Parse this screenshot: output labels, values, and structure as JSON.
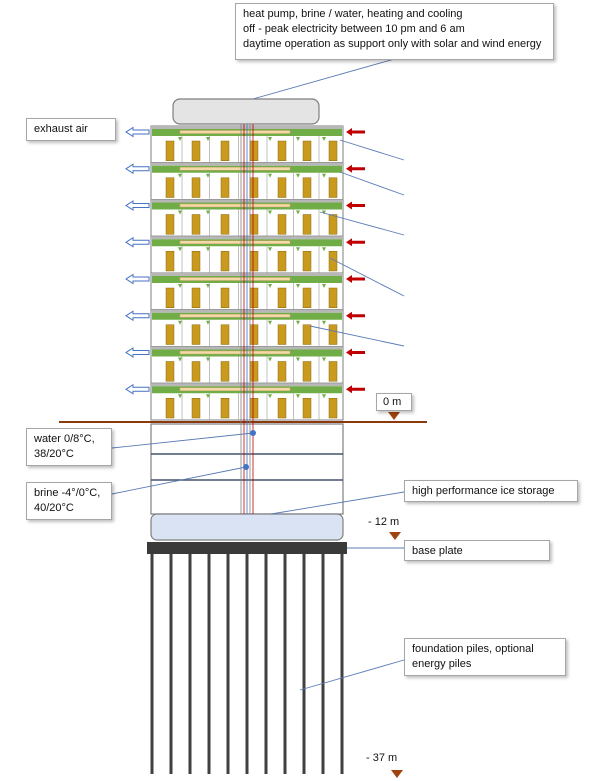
{
  "annotations": {
    "heat_pump": {
      "lines": [
        "heat pump, brine / water, heating and cooling",
        "off - peak electricity between 10 pm and 6 am",
        "daytime operation as support only with solar and wind energy"
      ]
    },
    "exhaust_air": "exhaust air",
    "water": {
      "lines": [
        "water 0/8°C,",
        "38/20°C"
      ]
    },
    "brine": {
      "lines": [
        "brine -4°/0°C,",
        "40/20°C"
      ]
    },
    "ice_storage": "high performance ice storage",
    "base_plate": "base plate",
    "piles": {
      "lines": [
        "foundation piles, optional",
        "energy piles"
      ]
    }
  },
  "levels": {
    "ground": "0 m",
    "ice_bottom": "- 12 m",
    "pile_bottom": "- 37 m"
  },
  "building": {
    "floor_count": 8,
    "basement_levels": 3,
    "pile_count": 11
  },
  "colors": {
    "structure": "#7f7f7f",
    "slab_green": "#70ad47",
    "window_fill": "#c99a1e",
    "arrow_out": "#4472c4",
    "arrow_in": "#c00000",
    "ground_line": "#8b3a0f",
    "level_marker": "#a0420f",
    "ice_fill": "#dae3f3",
    "pile": "#404040",
    "base_plate": "#3a3a3a",
    "leader_line": "#5b7bb5"
  }
}
